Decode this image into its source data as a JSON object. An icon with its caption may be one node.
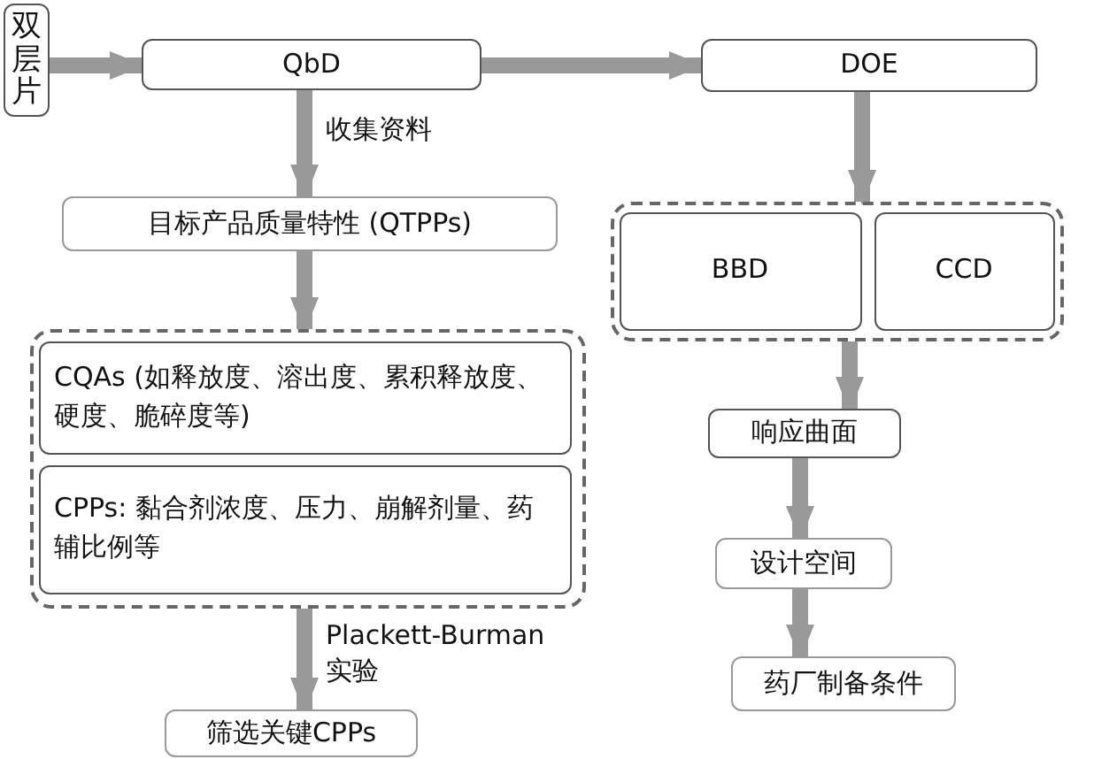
{
  "diagram": {
    "nodes": [
      {
        "text": [
          "双层片"
        ]
      },
      {
        "text": [
          "QbD"
        ]
      },
      {
        "text": [
          "DOE"
        ]
      },
      {
        "text": [
          "目标产品质量特性 (QTPPs)"
        ]
      },
      {
        "text": [],
        "shape": "box"
      },
      {
        "text": [
          "CQAs (如释放度、溶出度、累积释放度、硬度、脆碎度等)"
        ],
        "in": 4
      },
      {
        "text": [
          "CPPs: 黏合剂浓度、压力、崩解剂量、药辅比例等"
        ],
        "in": 4
      },
      {
        "text": [
          "筛选关键CPPs"
        ]
      },
      {
        "text": [],
        "shape": "box"
      },
      {
        "text": [
          "BBD"
        ],
        "in": 8
      },
      {
        "text": [
          "CCD"
        ],
        "in": 8
      },
      {
        "text": [
          "响应曲面"
        ]
      },
      {
        "text": [
          "设计空间"
        ]
      },
      {
        "text": [
          "药厂制备条件"
        ]
      }
    ],
    "edges": [
      {
        "from": 0,
        "to": 1,
        "arrow": "to"
      },
      {
        "from": 1,
        "to": 2,
        "arrow": "to"
      },
      {
        "from": 1,
        "to": 3,
        "arrow": "to",
        "label": "收集资料"
      },
      {
        "from": 3,
        "to": 4,
        "arrow": "to"
      },
      {
        "from": 4,
        "to": 7,
        "arrow": "to",
        "label": "Plackett-Burman 实验"
      },
      {
        "from": 2,
        "to": 8,
        "arrow": "to"
      },
      {
        "from": 8,
        "to": 11,
        "arrow": "to"
      },
      {
        "from": 11,
        "to": 12,
        "arrow": "to"
      },
      {
        "from": 12,
        "to": 13,
        "arrow": "to"
      }
    ]
  }
}
